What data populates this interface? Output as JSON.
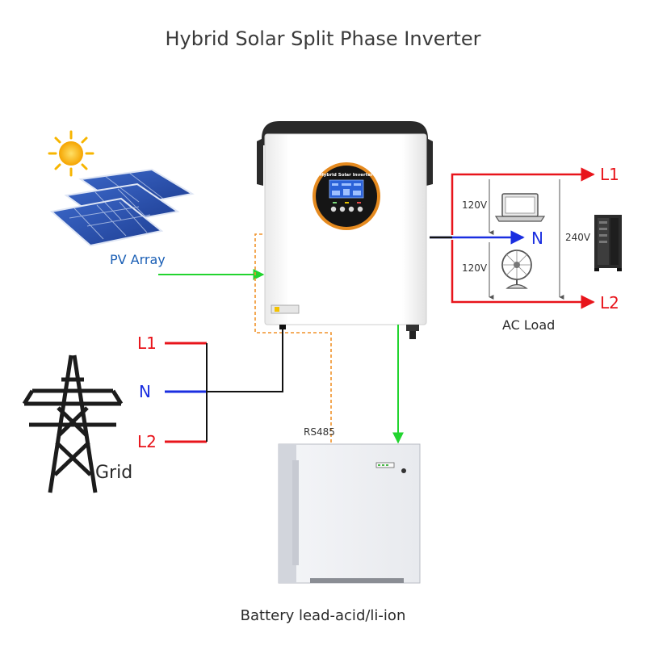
{
  "title": "Hybrid Solar Split Phase Inverter",
  "pv": {
    "label": "PV Array"
  },
  "grid": {
    "label": "Grid",
    "l1": "L1",
    "n": "N",
    "l2": "L2"
  },
  "inverter": {
    "brand_label": "Hybrid Solar Inverter"
  },
  "ac_load": {
    "label": "AC Load",
    "l1": "L1",
    "n": "N",
    "l2": "L2",
    "v_top": "120V",
    "v_bottom": "120V",
    "v_total": "240V"
  },
  "battery": {
    "label": "Battery lead-acid/li-ion",
    "rs485": "RS485"
  },
  "colors": {
    "line_red": "#e8141b",
    "line_blue": "#1a2ee0",
    "line_green": "#22d42f",
    "line_orange": "#f0922a",
    "wire": "#111111",
    "label_blue": "#1b5fb5"
  }
}
